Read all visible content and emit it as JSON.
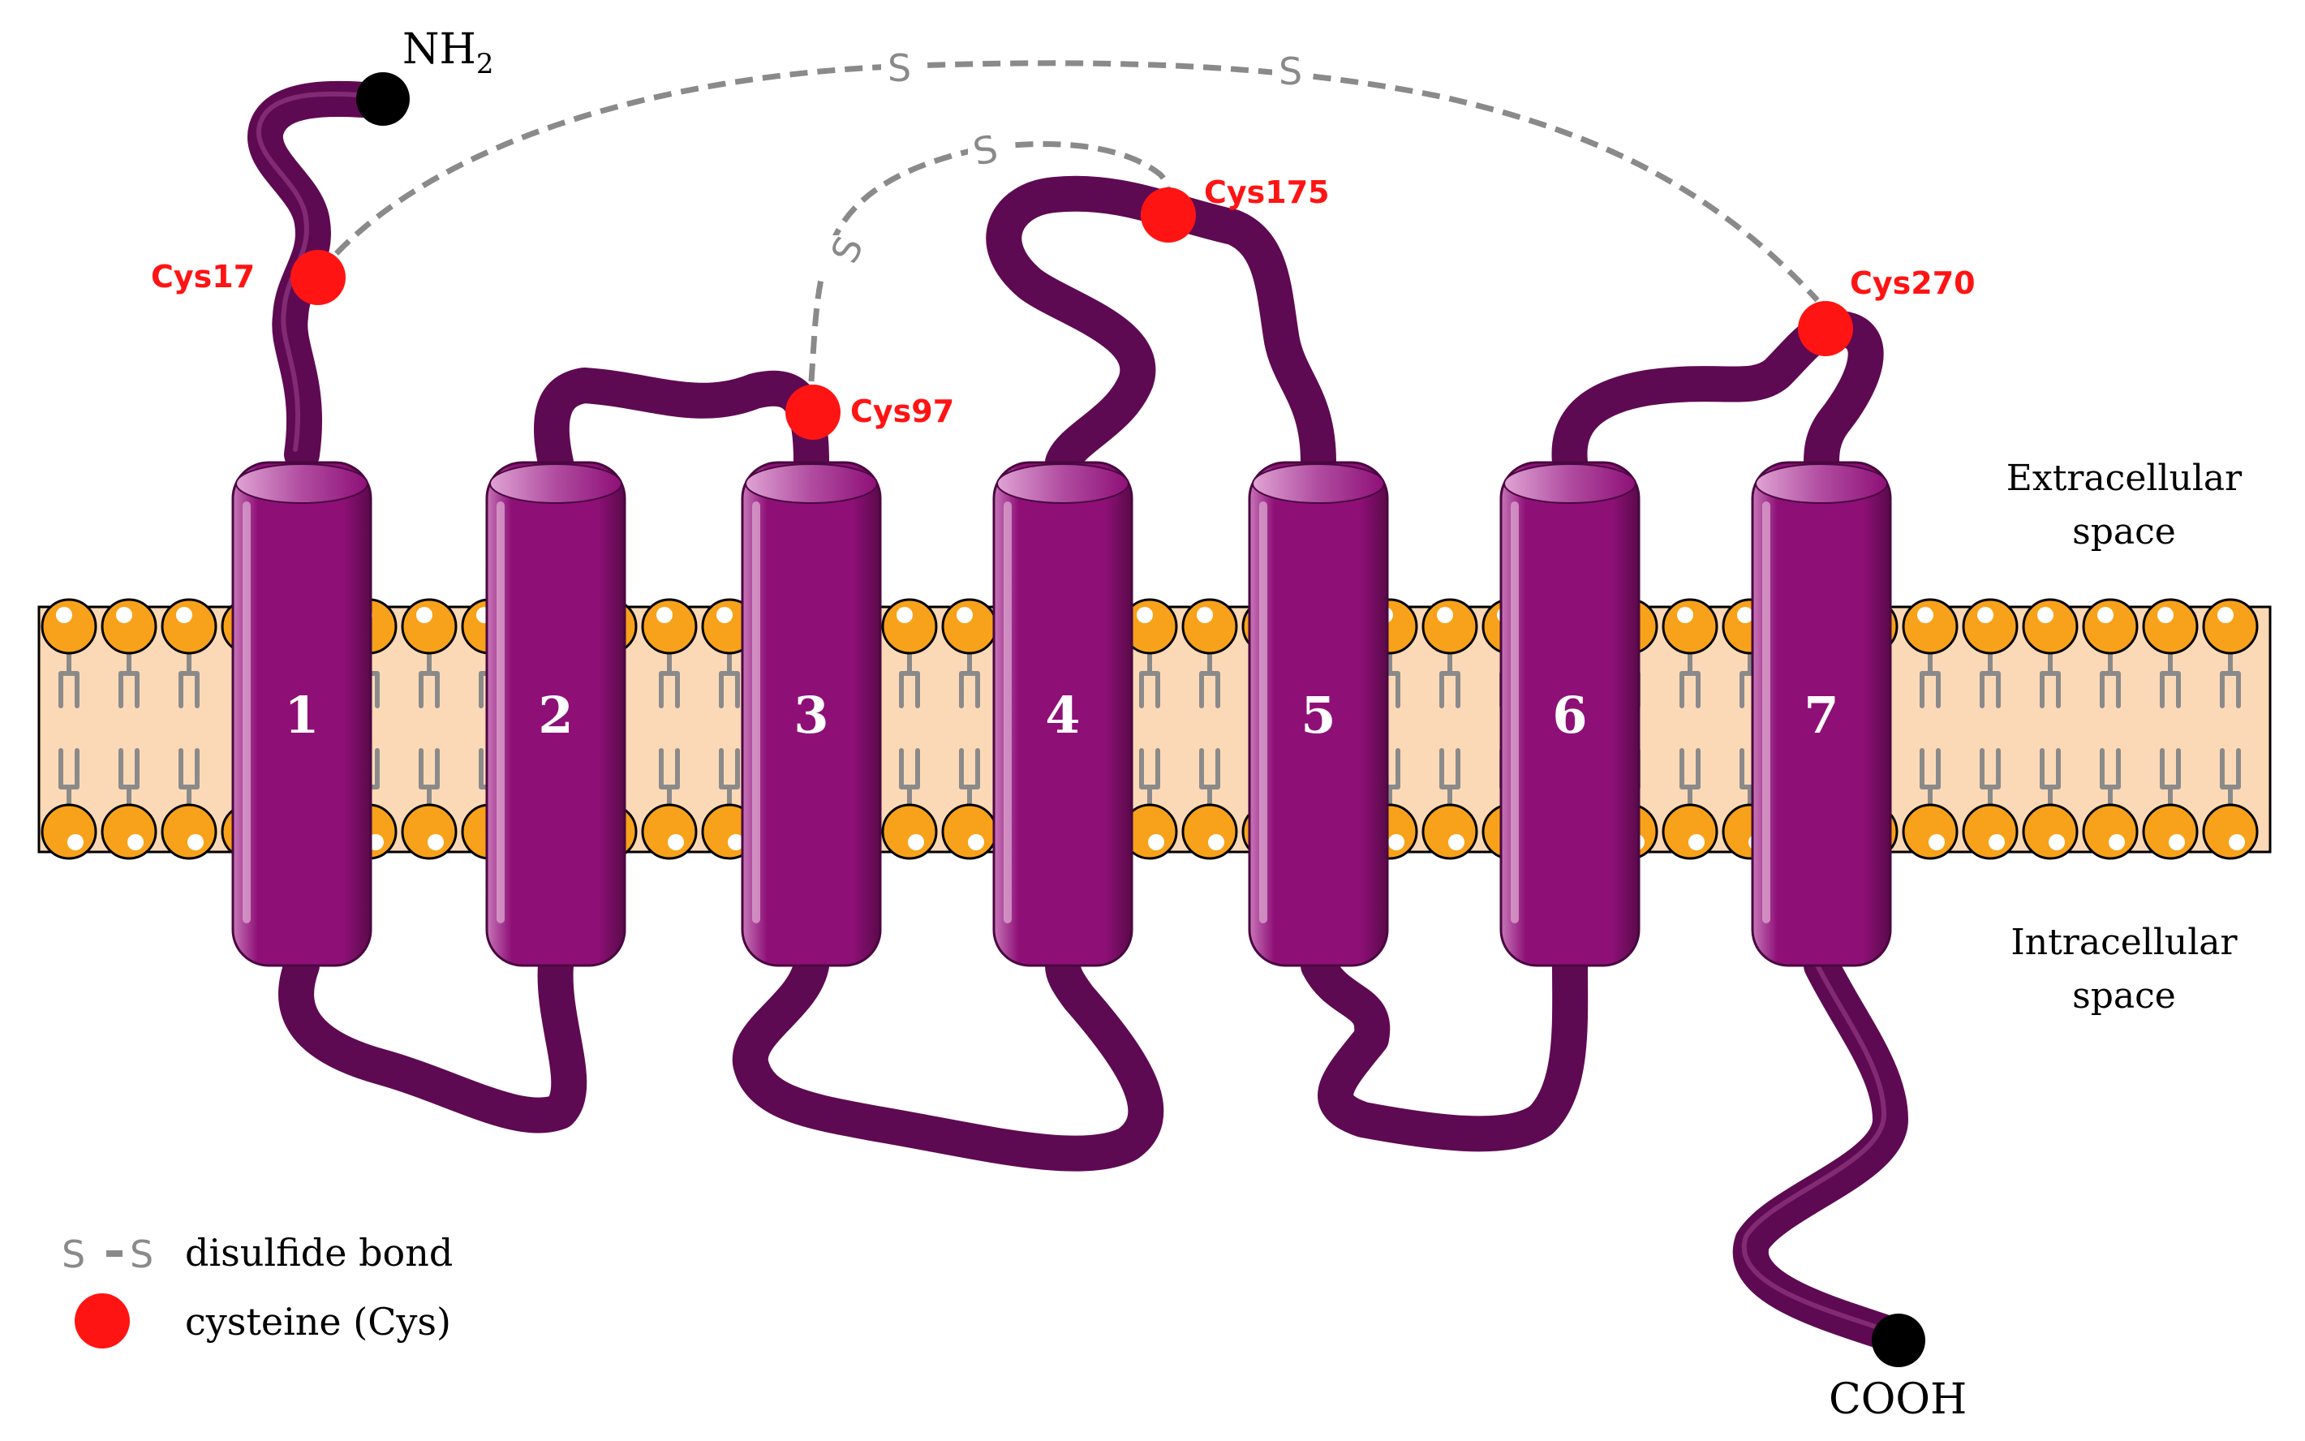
{
  "colors": {
    "protein": "#5e0a52",
    "helix": "#8e1077",
    "helix_highlight": "#c877b9",
    "cysteine": "#ff1414",
    "bond": "#8a8a8a",
    "membrane": "#fcd9b6",
    "lipid_head": "#f7a21a",
    "terminus": "#000000"
  },
  "helices": [
    {
      "label": "1"
    },
    {
      "label": "2"
    },
    {
      "label": "3"
    },
    {
      "label": "4"
    },
    {
      "label": "5"
    },
    {
      "label": "6"
    },
    {
      "label": "7"
    }
  ],
  "termini": {
    "n_label": "NH",
    "n_sub": "2",
    "c_label": "COOH"
  },
  "cysteines": [
    {
      "id": "cys17",
      "label": "Cys17"
    },
    {
      "id": "cys97",
      "label": "Cys97"
    },
    {
      "id": "cys175",
      "label": "Cys175"
    },
    {
      "id": "cys270",
      "label": "Cys270"
    }
  ],
  "bonds": [
    {
      "from": "cys17",
      "to": "cys270",
      "letters": [
        "S",
        "S"
      ]
    },
    {
      "from": "cys97",
      "to": "cys175",
      "letters": [
        "S",
        "S"
      ]
    }
  ],
  "regions": {
    "extracellular": [
      "Extracellular",
      "space"
    ],
    "intracellular": [
      "Intracellular",
      "space"
    ]
  },
  "legend": {
    "bond_symbol": [
      "S",
      "S"
    ],
    "bond_text": "disulfide bond",
    "cys_text": "cysteine (Cys)"
  }
}
